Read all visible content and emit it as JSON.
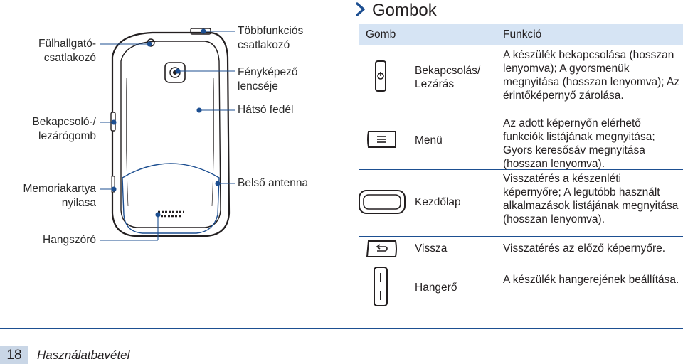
{
  "section": {
    "title": "Gombok"
  },
  "phone_labels": {
    "headset_jack": "Fülhallgató-\ncsatlakozó",
    "power_key": "Bekapcsoló-/\nlezárógomb",
    "memory_slot": "Memoriakartya\nnyilasa",
    "speaker": "Hangszóró",
    "multifunction_jack": "Többfunkciós\ncsatlakozó",
    "camera_lens": "Fényképező\nlencséje",
    "back_cover": "Hátsó fedél",
    "internal_antenna": "Belső antenna"
  },
  "table": {
    "header_button": "Gomb",
    "header_function": "Funkció",
    "rows": [
      {
        "icon": "power-key-icon",
        "button": "Bekapcsolás/\nLezárás",
        "function": "A készülék bekapcsolása (hosszan lenyomva); A gyorsmenük megnyitása (hosszan lenyomva); Az érintőképernyő zárolása."
      },
      {
        "icon": "menu-key-icon",
        "button": "Menü",
        "function": "Az adott képernyőn elérhető funkciók listájának megnyitása; Gyors keresősáv megnyitása (hosszan lenyomva)."
      },
      {
        "icon": "home-key-icon",
        "button": "Kezdőlap",
        "function": "Visszatérés a készenléti képernyőre; A legutóbb használt alkalmazások listájának megnyitása (hosszan lenyomva)."
      },
      {
        "icon": "back-key-icon",
        "button": "Vissza",
        "function": "Visszatérés az előző képernyőre."
      },
      {
        "icon": "volume-key-icon",
        "button": "Hangerő",
        "function": "A készülék hangerejének beállítása."
      }
    ]
  },
  "footer": {
    "page_number": "18",
    "chapter": "Használatbavétel"
  },
  "colors": {
    "accent_blue": "#1d4f91",
    "header_fill": "#d6e4f4",
    "footer_fill": "#c9d6e6"
  }
}
